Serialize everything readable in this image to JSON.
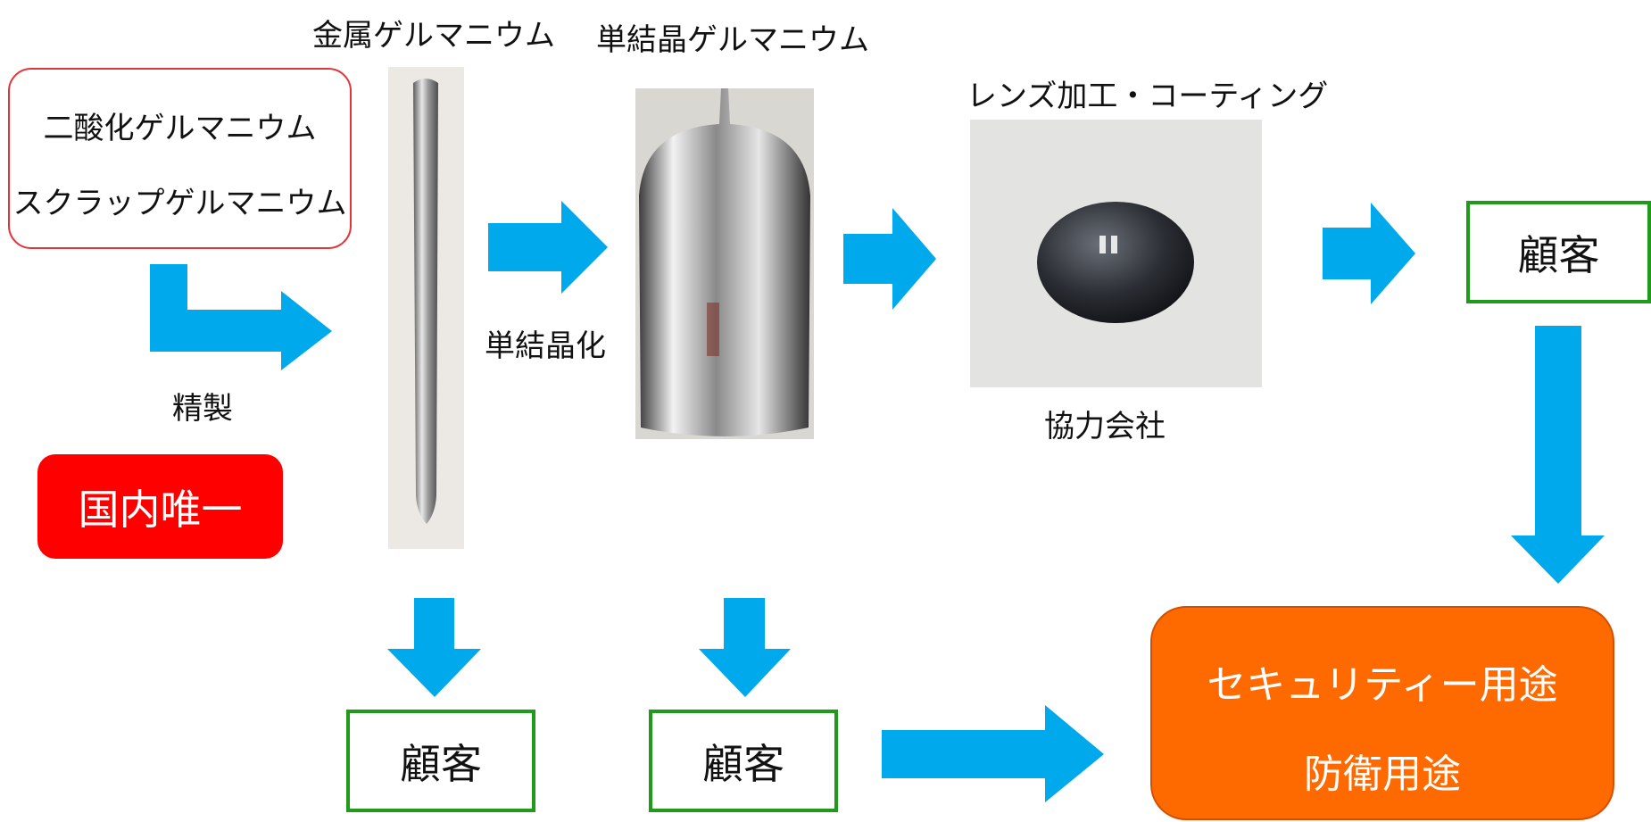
{
  "colors": {
    "arrow": "#00a8ec",
    "source_border": "#e0363b",
    "badge": "#fe0000",
    "customer_border": "#1f9a1b",
    "usage": "#ff6a00"
  },
  "source": {
    "line1": "二酸化ゲルマニウム",
    "line2": "スクラップゲルマニウム"
  },
  "steps": {
    "refining": "精製",
    "single_crystallization": "単結晶化"
  },
  "domestic_badge": "国内唯一",
  "products": {
    "metal_germanium": "金属ゲルマニウム",
    "single_crystal_germanium": "単結晶ゲルマニウム",
    "lens_processing": "レンズ加工・コーティング",
    "partner_company": "協力会社"
  },
  "customers": {
    "right": "顧客",
    "bottom_left": "顧客",
    "bottom_middle": "顧客"
  },
  "usage": {
    "security": "セキュリティー用途",
    "defense": "防衛用途"
  }
}
